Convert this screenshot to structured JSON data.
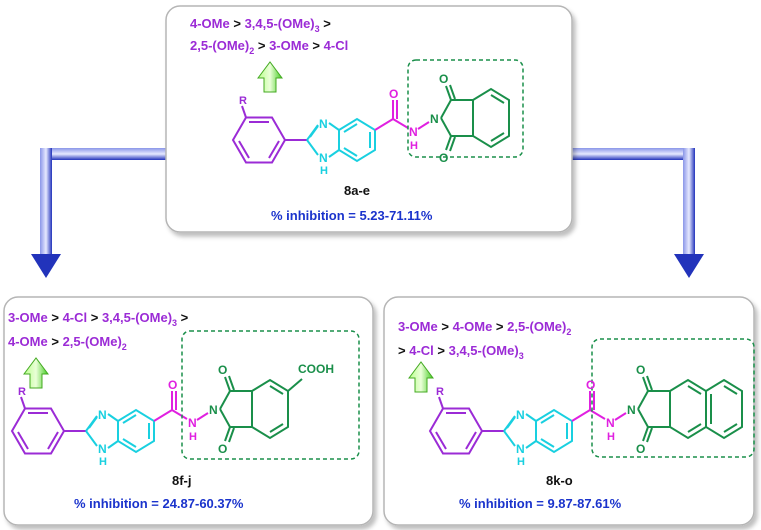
{
  "colors": {
    "purple": "#9b2bd6",
    "cyan": "#19d0e0",
    "magenta": "#e020e0",
    "green": "#1a8f4a",
    "blue": "#1a33cc",
    "black": "#111111",
    "panel_border": "#b5b5b5",
    "arrow_blue": "#3344c8",
    "up_arrow_green": "#66ee33"
  },
  "top_panel": {
    "order_line1": [
      "4-OMe",
      " > ",
      "3,4,5-(OMe)",
      "3",
      " >"
    ],
    "order_line2": [
      "2,5-(OMe)",
      "2",
      " > ",
      "3-OMe",
      " > ",
      "4-Cl"
    ],
    "atom_R": "R",
    "atom_N": "N",
    "atom_NH_H": "H",
    "atom_N2": "N",
    "atom_NN_H": "H",
    "atom_O1": "O",
    "atom_O2": "O",
    "atom_O3": "O",
    "compound_label": "8a-e",
    "inhibition": "% inhibition = 5.23-71.11%"
  },
  "left_panel": {
    "order_line1": [
      "3-OMe",
      " > ",
      "4-Cl",
      " > ",
      "3,4,5-(OMe)",
      "3",
      " >"
    ],
    "order_line2": [
      "4-OMe",
      " > ",
      "2,5-(OMe)",
      "2"
    ],
    "substituent": "COOH",
    "atom_R": "R",
    "atom_N": "N",
    "atom_NH_H": "H",
    "atom_N2": "N",
    "atom_NN_H": "H",
    "atom_O1": "O",
    "atom_O2": "O",
    "atom_O3": "O",
    "compound_label": "8f-j",
    "inhibition": "% inhibition = 24.87-60.37%"
  },
  "right_panel": {
    "order_line1": [
      "3-OMe",
      " > ",
      "4-OMe",
      " > ",
      "2,5-(OMe)",
      "2"
    ],
    "order_line2": [
      "> ",
      "4-Cl",
      " > ",
      "3,4,5-(OMe)",
      "3"
    ],
    "atom_R": "R",
    "atom_N": "N",
    "atom_NH_H": "H",
    "atom_N2": "N",
    "atom_NN_H": "H",
    "atom_O1": "O",
    "atom_O2": "O",
    "atom_O3": "O",
    "compound_label": "8k-o",
    "inhibition": "% inhibition = 9.87-87.61%"
  }
}
